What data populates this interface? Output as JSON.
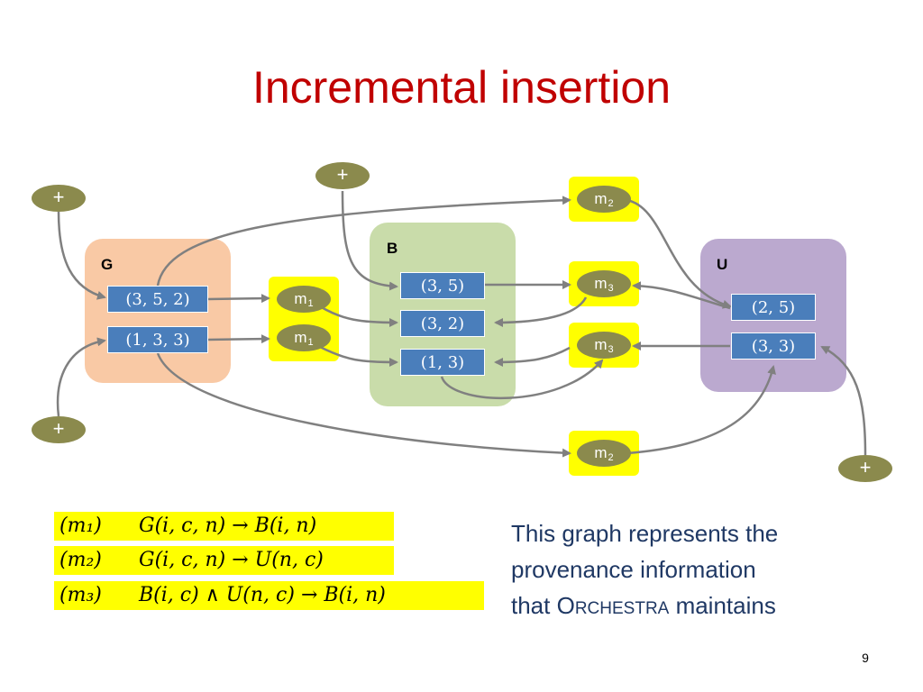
{
  "title": "Incremental insertion",
  "groups": {
    "g": {
      "label": "G",
      "tuples": [
        "(3, 5, 2)",
        "(1, 3, 3)"
      ],
      "color": "#f9c9a5"
    },
    "b": {
      "label": "B",
      "tuples": [
        "(3, 5)",
        "(3, 2)",
        "(1, 3)"
      ],
      "color": "#c9dcaa"
    },
    "u": {
      "label": "U",
      "tuples": [
        "(2, 5)",
        "(3, 3)"
      ],
      "color": "#bba9cf"
    }
  },
  "mapping_nodes": [
    {
      "base": "m",
      "sub": "1"
    },
    {
      "base": "m",
      "sub": "1"
    },
    {
      "base": "m",
      "sub": "2"
    },
    {
      "base": "m",
      "sub": "3"
    },
    {
      "base": "m",
      "sub": "3"
    },
    {
      "base": "m",
      "sub": "2"
    }
  ],
  "plus_label": "+",
  "rules": [
    {
      "id": "(m₁)",
      "body": "G(i, c, n) → B(i, n)"
    },
    {
      "id": "(m₂)",
      "body": "G(i, c, n) → U(n, c)"
    },
    {
      "id": "(m₃)",
      "body": "B(i, c) ∧ U(n, c) → B(i, n)"
    }
  ],
  "caption": {
    "line1": "This graph represents the",
    "line2": "provenance information",
    "line3_pre": "that ",
    "line3_sc_first": "O",
    "line3_sc_rest": "rchestra",
    "line3_post": " maintains"
  },
  "page_number": "9",
  "colors": {
    "title": "#c00000",
    "tuple": "#4a7ebb",
    "mapping_oval": "#8b8a4d",
    "highlight": "#ffff00",
    "edge": "#808080",
    "caption": "#1f3864"
  }
}
